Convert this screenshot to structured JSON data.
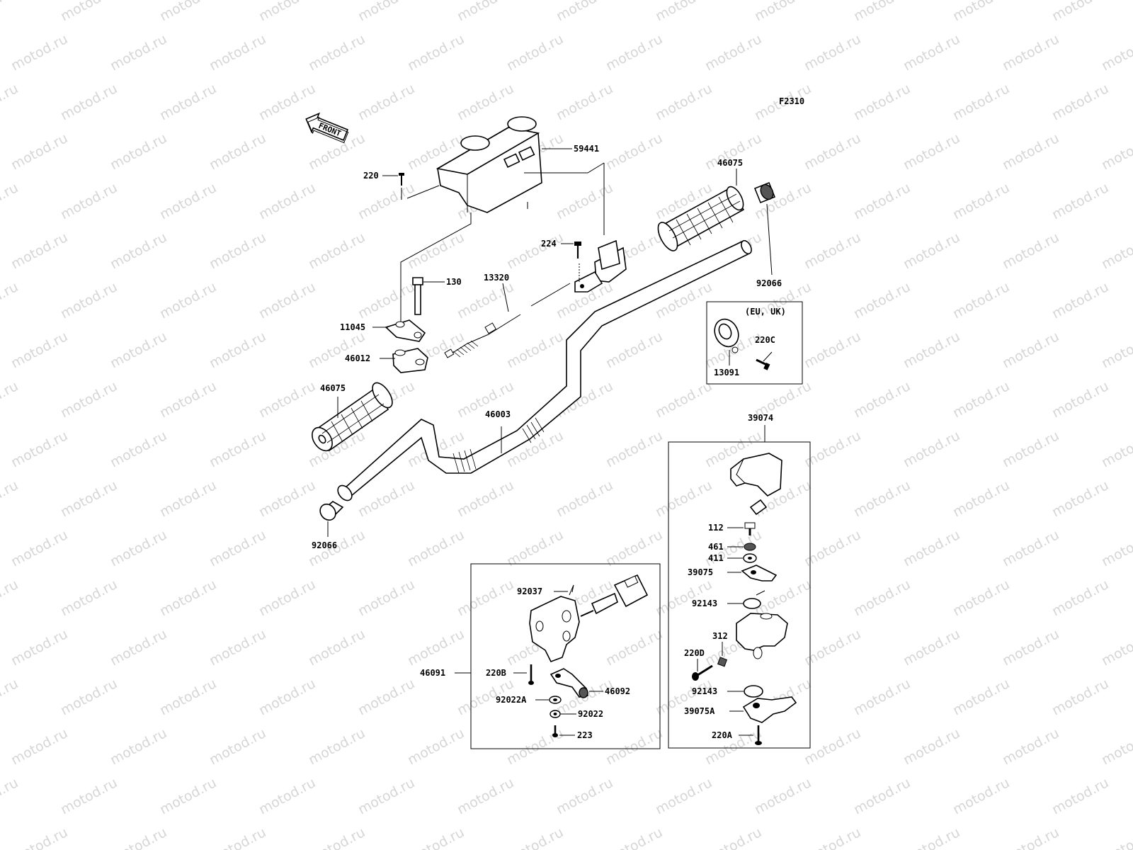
{
  "figure_code": "F2310",
  "direction_label": "FRONT",
  "region_label": "(EU, UK)",
  "watermark": "motod.ru",
  "parts": {
    "p59441": "59441",
    "p220": "220",
    "p46075_right": "46075",
    "p224": "224",
    "p92066_right": "92066",
    "p130": "130",
    "p13320": "13320",
    "p11045": "11045",
    "p46012": "46012",
    "p220C": "220C",
    "p13091": "13091",
    "p46075_left": "46075",
    "p46003": "46003",
    "p39074": "39074",
    "p92066_left": "92066",
    "p112": "112",
    "p461": "461",
    "p411": "411",
    "p39075": "39075",
    "p92037": "92037",
    "p92143_upper": "92143",
    "p312": "312",
    "p220D": "220D",
    "p46091": "46091",
    "p220B": "220B",
    "p46092": "46092",
    "p92022A": "92022A",
    "p92143_lower": "92143",
    "p39075A": "39075A",
    "p92022": "92022",
    "p223": "223",
    "p220A": "220A"
  }
}
